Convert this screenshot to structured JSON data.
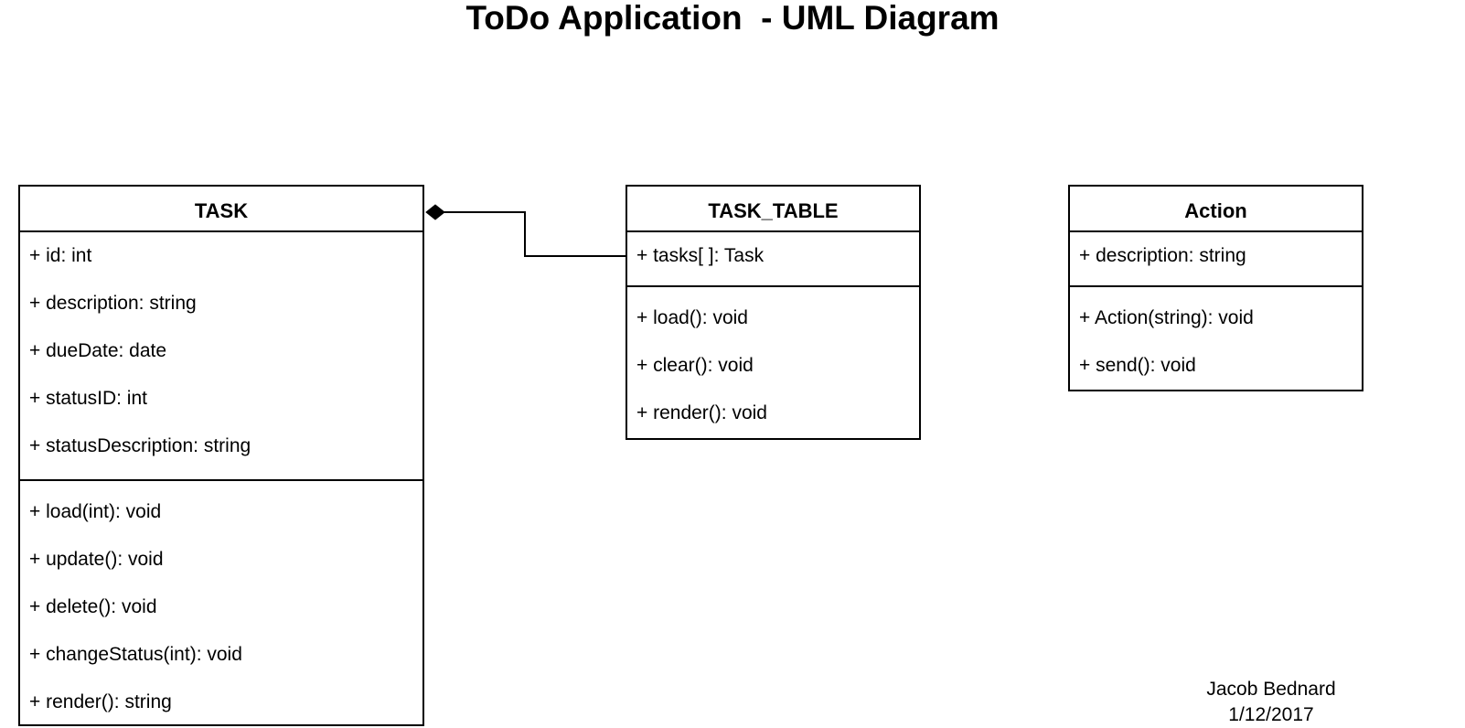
{
  "title": "ToDo Application  - UML Diagram",
  "classes": {
    "task": {
      "name": "TASK",
      "attributes": [
        "+ id: int",
        "+ description: string",
        "+ dueDate: date",
        "+ statusID: int",
        "+ statusDescription: string"
      ],
      "operations": [
        "+ load(int): void",
        "+ update(): void",
        "+ delete(): void",
        "+ changeStatus(int): void",
        "+ render(): string"
      ]
    },
    "task_table": {
      "name": "TASK_TABLE",
      "attributes": [
        "+ tasks[ ]: Task"
      ],
      "operations": [
        "+ load(): void",
        "+ clear(): void",
        "+ render(): void"
      ]
    },
    "action": {
      "name": "Action",
      "attributes": [
        "+ description: string"
      ],
      "operations": [
        "+ Action(string): void",
        "+ send(): void"
      ]
    }
  },
  "relationships": [
    {
      "type": "composition",
      "whole": "TASK",
      "part": "TASK_TABLE.tasks[ ]"
    }
  ],
  "author": {
    "name": "Jacob Bednard",
    "date": "1/12/2017"
  }
}
